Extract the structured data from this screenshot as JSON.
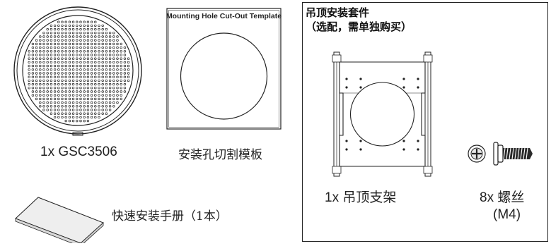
{
  "items": {
    "speaker": {
      "label": "1x GSC3506"
    },
    "template": {
      "title": "Mounting Hole Cut-Out Template",
      "label": "安装孔切割模板"
    },
    "manual": {
      "label": "快速安装手册（1本）"
    }
  },
  "ceiling_kit": {
    "title_line1": "吊顶安装套件",
    "title_line2": "（选配，需单独购买）",
    "bracket": {
      "label": "1x 吊顶支架"
    },
    "screws": {
      "count_label": "8x 螺丝",
      "size_label": "(M4)"
    }
  },
  "icons": [
    "speaker-grille-icon",
    "cutout-template-icon",
    "manual-booklet-icon",
    "ceiling-bracket-icon",
    "screw-head-icon",
    "screw-side-icon"
  ]
}
